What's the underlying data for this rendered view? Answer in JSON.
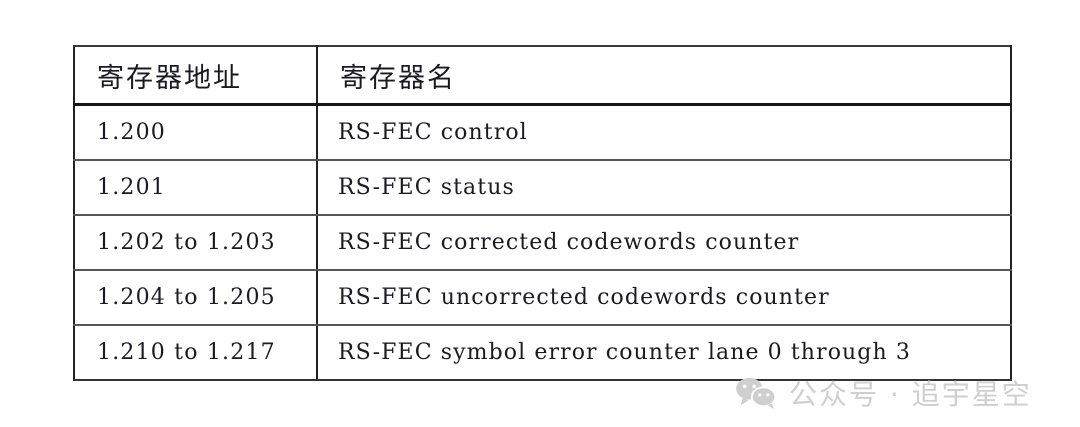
{
  "table": {
    "columns": [
      "寄存器地址",
      "寄存器名"
    ],
    "rows": [
      {
        "address": "1.200",
        "name": "RS-FEC control"
      },
      {
        "address": "1.201",
        "name": "RS-FEC status"
      },
      {
        "address": "1.202 to 1.203",
        "name": "RS-FEC corrected codewords counter"
      },
      {
        "address": "1.204 to 1.205",
        "name": "RS-FEC uncorrected codewords counter"
      },
      {
        "address": "1.210 to 1.217",
        "name": "RS-FEC symbol error counter lane 0 through 3"
      }
    ]
  },
  "watermark": {
    "icon": "wechat-icon",
    "text": "公众号 · 追宇星空",
    "color": "#cfcfcf"
  },
  "colors": {
    "text": "#1a1a22",
    "border": "#222222",
    "background": "#ffffff"
  }
}
